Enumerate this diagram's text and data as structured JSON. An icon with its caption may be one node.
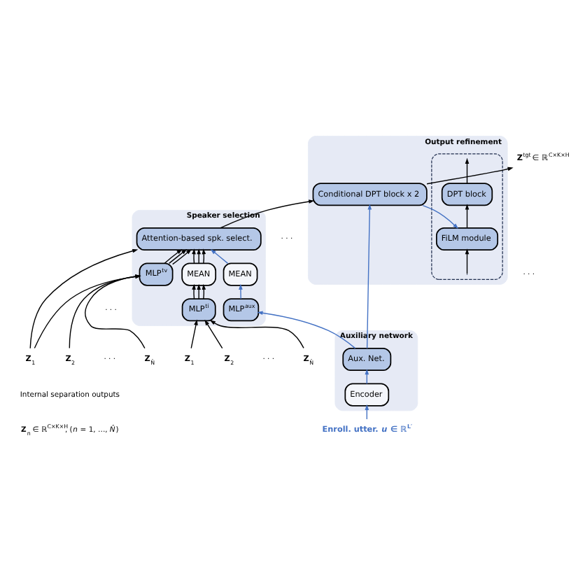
{
  "diagram": {
    "nodes": [
      {
        "text": [
          "Output refinement"
        ]
      },
      {
        "text": [],
        "shape": "box",
        "in": 0
      },
      {
        "text": [
          "DPT block"
        ],
        "in": 1
      },
      {
        "text": [
          "FiLM module"
        ],
        "in": 1
      },
      {
        "text": [
          "Conditional DPT block x 2"
        ],
        "in": 0
      },
      {
        "text": [
          "Speaker selection"
        ]
      },
      {
        "text": [
          "Attention-based spk. select."
        ],
        "in": 5
      },
      {
        "text": [
          "MLP$^{tv}$"
        ],
        "in": 5
      },
      {
        "text": [
          "MEAN"
        ],
        "in": 5
      },
      {
        "text": [
          "MLP$^{ti}$"
        ],
        "in": 5
      },
      {
        "text": [
          "MEAN"
        ],
        "in": 5
      },
      {
        "text": [
          "MLP$^{aux}$"
        ],
        "in": 5
      },
      {
        "text": [
          "Auxiliary network"
        ]
      },
      {
        "text": [
          "Aux. Net."
        ],
        "in": 12
      },
      {
        "text": [
          "Encoder"
        ],
        "in": 12
      },
      {
        "text": [
          "**Z**$_{1}$"
        ]
      },
      {
        "text": [
          "**Z**$_{2}$"
        ]
      },
      {
        "text": [
          "**Z**$_{N̂}$"
        ]
      },
      {
        "text": [
          "**Z**$_{1}$"
        ]
      },
      {
        "text": [
          "**Z**$_{2}$"
        ]
      },
      {
        "text": [
          "**Z**$_{N̂}$"
        ]
      },
      {
        "text": [
          "Enroll. utter. *u* ∈ ℝ$^{L′}$"
        ]
      },
      {
        "text": [
          "**Z**$^{tgt}$ ∈ ℝ$^{C×K×H}$"
        ]
      }
    ],
    "edges": [
      {
        "from": 1,
        "to": 3,
        "arrow": "to"
      },
      {
        "from": 3,
        "to": 2,
        "arrow": "to"
      },
      {
        "from": 2,
        "to": 1,
        "arrow": "to"
      },
      {
        "from": 4,
        "to": 3,
        "arrow": "to",
        "color": "#4472c4"
      },
      {
        "from": 4,
        "to": 22,
        "arrow": "to"
      },
      {
        "from": 6,
        "to": 4,
        "arrow": "to"
      },
      {
        "from": 13,
        "to": 4,
        "arrow": "to",
        "color": "#4472c4"
      },
      {
        "from": 7,
        "to": 6,
        "arrow": "to"
      },
      {
        "from": 7,
        "to": 6,
        "arrow": "to"
      },
      {
        "from": 7,
        "to": 6,
        "arrow": "to"
      },
      {
        "from": 9,
        "to": 8,
        "arrow": "to"
      },
      {
        "from": 9,
        "to": 8,
        "arrow": "to"
      },
      {
        "from": 9,
        "to": 8,
        "arrow": "to"
      },
      {
        "from": 8,
        "to": 6,
        "arrow": "to"
      },
      {
        "from": 8,
        "to": 6,
        "arrow": "to"
      },
      {
        "from": 8,
        "to": 6,
        "arrow": "to"
      },
      {
        "from": 11,
        "to": 10,
        "arrow": "to",
        "color": "#4472c4"
      },
      {
        "from": 10,
        "to": 6,
        "arrow": "to",
        "color": "#4472c4"
      },
      {
        "from": 13,
        "to": 11,
        "arrow": "to",
        "color": "#4472c4"
      },
      {
        "from": 14,
        "to": 13,
        "arrow": "to",
        "color": "#4472c4"
      },
      {
        "from": 21,
        "to": 14,
        "arrow": "to",
        "color": "#4472c4"
      },
      {
        "from": 15,
        "to": 7,
        "arrow": "to"
      },
      {
        "from": 16,
        "to": 7,
        "arrow": "to"
      },
      {
        "from": 17,
        "to": 7,
        "arrow": "to"
      },
      {
        "from": 18,
        "to": 9,
        "arrow": "to"
      },
      {
        "from": 19,
        "to": 9,
        "arrow": "to"
      },
      {
        "from": 20,
        "to": 9,
        "arrow": "to"
      },
      {
        "from": 15,
        "to": 6,
        "arrow": "to"
      }
    ],
    "labels": [
      "· · ·",
      "· · ·",
      "· · ·",
      "· · ·",
      "· · ·",
      "Internal separation outputs",
      "**Z**$_{n}$ ∈ ℝ$^{C×K×H}$, (*n* = 1, …, *N̂*)"
    ]
  }
}
